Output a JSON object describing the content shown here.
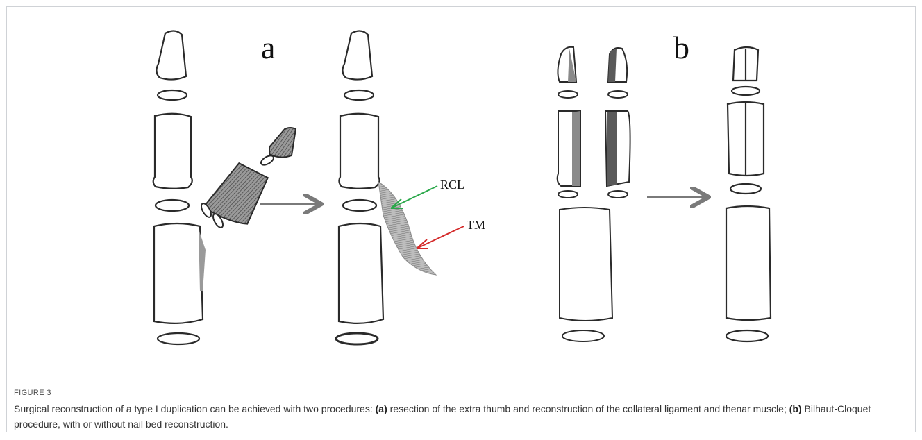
{
  "figure": {
    "panel_a_label": "a",
    "panel_b_label": "b",
    "annotation_rcl": "RCL",
    "annotation_tm": "TM",
    "label": "FIGURE 3",
    "caption": {
      "part1": "Surgical reconstruction of a type I duplication can be achieved with two procedures: ",
      "a_marker": "(a)",
      "part2": " resection of the extra thumb and reconstruction of the collateral ligament and thenar muscle; ",
      "b_marker": "(b)",
      "part3": " Bilhaut-Cloquet procedure, with or without nail bed reconstruction."
    }
  },
  "colors": {
    "arrow_gray": "#7a7a7a",
    "rcl_arrow": "#2aa84a",
    "tm_arrow": "#d42a2a",
    "bone_outline": "#2a2a2a"
  }
}
